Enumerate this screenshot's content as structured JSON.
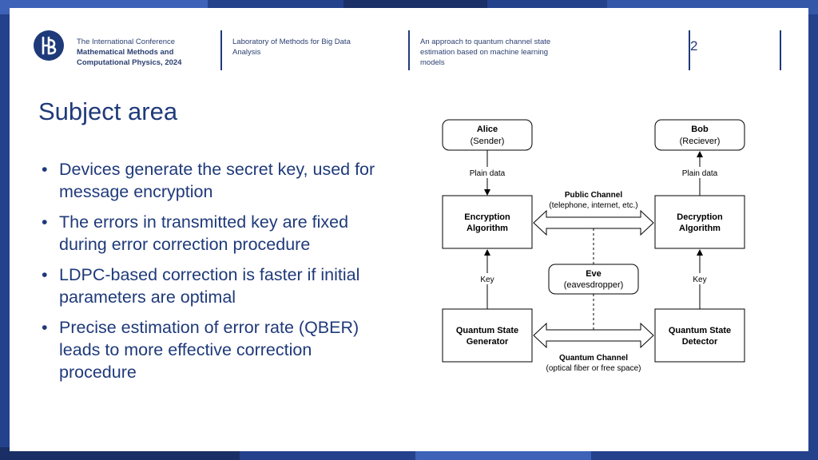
{
  "header": {
    "conference_line1": "The International Conference",
    "conference_line2": "Mathematical Methods and",
    "conference_line3": "Computational Physics, 2024",
    "lab_line1": "Laboratory of Methods for Big Data",
    "lab_line2": "Analysis",
    "talk_line1": "An approach to quantum channel state",
    "talk_line2": "estimation based on machine learning",
    "talk_line3": "models",
    "page_number": "2"
  },
  "title": "Subject area",
  "bullets": [
    "Devices generate the secret key, used for message encryption",
    "The errors in transmitted key are fixed during error correction procedure",
    "LDPC-based correction is faster if initial parameters are optimal",
    "Precise estimation of error rate (QBER) leads to more effective correction procedure"
  ],
  "diagram": {
    "alice_title": "Alice",
    "alice_sub": "(Sender)",
    "bob_title": "Bob",
    "bob_sub": "(Reciever)",
    "plain_data_left": "Plain data",
    "plain_data_right": "Plain data",
    "enc_line1": "Encryption",
    "enc_line2": "Algorithm",
    "dec_line1": "Decryption",
    "dec_line2": "Algorithm",
    "public_title": "Public Channel",
    "public_sub": "(telephone, internet, etc.)",
    "eve_title": "Eve",
    "eve_sub": "(eavesdropper)",
    "key_left": "Key",
    "key_right": "Key",
    "gen_line1": "Quantum State",
    "gen_line2": "Generator",
    "det_line1": "Quantum State",
    "det_line2": "Detector",
    "quantum_title": "Quantum Channel",
    "quantum_sub": "(optical fiber or free space)"
  },
  "colors": {
    "brand": "#1f3a7a",
    "background": "#24418c",
    "text": "#1f3a7a"
  }
}
